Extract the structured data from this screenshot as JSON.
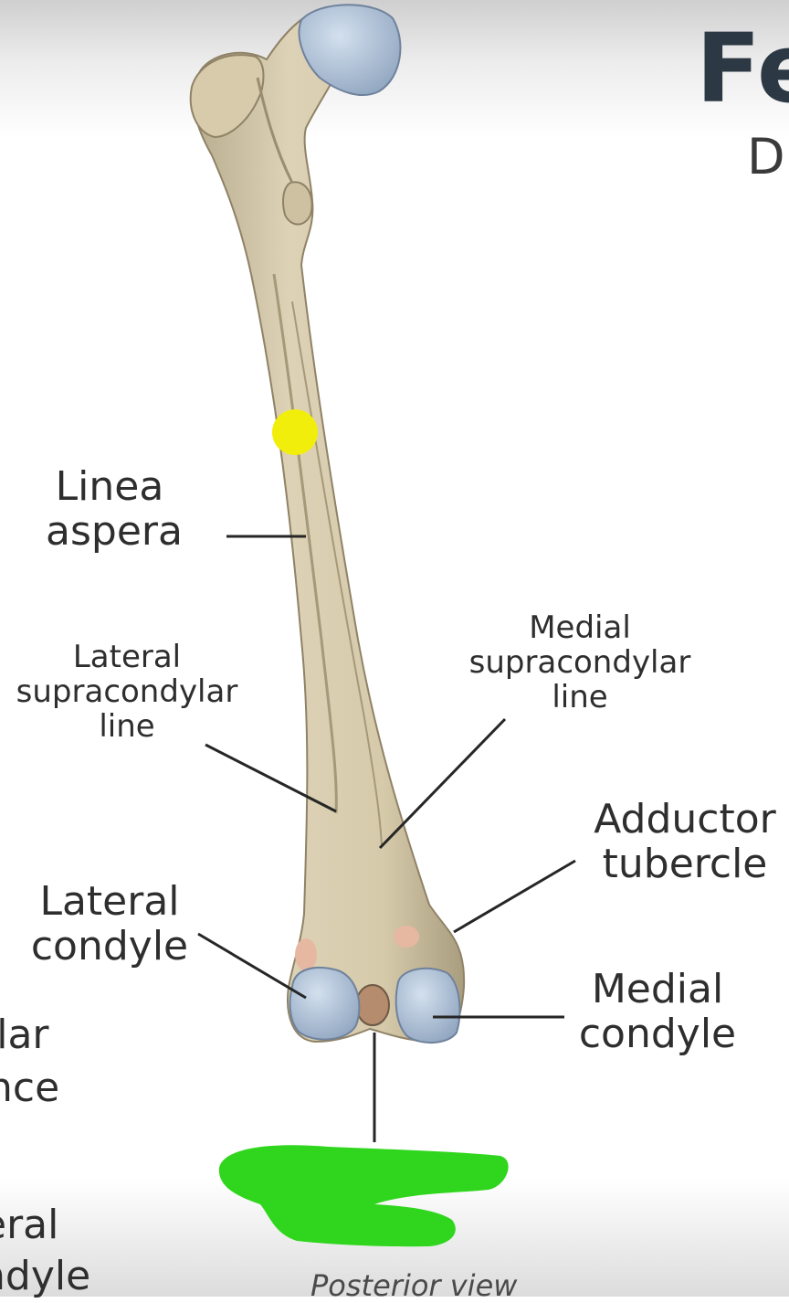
{
  "title": "Fe",
  "subtitle": "D",
  "caption": "Posterior view",
  "labels": {
    "linea_aspera": [
      "Linea",
      "aspera"
    ],
    "lateral_supracondylar_line": [
      "Lateral",
      "supracondylar",
      "line"
    ],
    "medial_supracondylar_line": [
      "Medial",
      "supracondylar",
      "line"
    ],
    "adductor_tubercle": [
      "Adductor",
      "tubercle"
    ],
    "lateral_condyle": [
      "Lateral",
      "condyle"
    ],
    "medial_condyle": [
      "Medial",
      "condyle"
    ],
    "cut_left_1": "llar",
    "cut_left_2": "nce",
    "cut_left_3": "eral",
    "cut_left_4": "ndyle"
  },
  "colors": {
    "bone": "#d8cdb0",
    "cartilage": "#b7c8dc",
    "pin_marker": "#f2ee0c",
    "redaction": "#2fd61d",
    "leader_line": "#262626"
  }
}
